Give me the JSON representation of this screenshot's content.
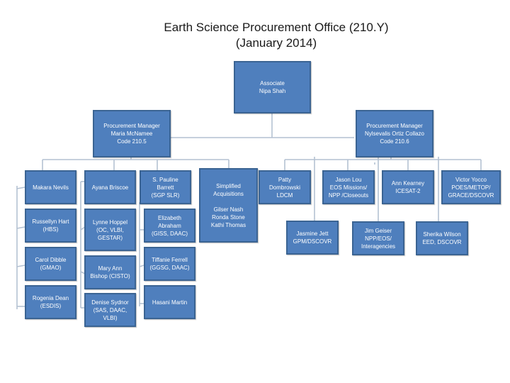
{
  "title": {
    "line1": "Earth Science Procurement Office (210.Y)",
    "line2": "(January 2014)"
  },
  "colors": {
    "box_fill": "#4f7fbd",
    "box_border": "#3b6493",
    "connector": "#b4c1d2",
    "text": "#ffffff"
  },
  "associate": {
    "role": "Associate",
    "name": "Nipa Shah"
  },
  "managers": [
    {
      "role": "Procurement Manager",
      "name": "Maria McNamee",
      "code": "Code 210.5"
    },
    {
      "role": "Procurement  Manager",
      "name": "Nylsevalis Ortiz Collazo",
      "code": "Code 210.6"
    }
  ],
  "team_210_5": {
    "column1": [
      {
        "lines": [
          "Makara Nevils"
        ]
      },
      {
        "lines": [
          "Russellyn Hart",
          "(HBS)"
        ]
      },
      {
        "lines": [
          "Carol Dibble",
          "(GMAO)"
        ]
      },
      {
        "lines": [
          "Rogenia Dean",
          "(ESDIS)"
        ]
      }
    ],
    "column2": [
      {
        "lines": [
          "Ayana Briscoe"
        ]
      },
      {
        "lines": [
          "Lynne Hoppel",
          "(OC, VLBI,",
          "GESTAR)"
        ]
      },
      {
        "lines": [
          "Mary Ann",
          "Bishop (CISTO)"
        ]
      },
      {
        "lines": [
          "Denise Sydnor",
          "(SAS, DAAC,",
          "VLBI)"
        ]
      }
    ],
    "column3": [
      {
        "lines": [
          "S. Pauline",
          "Barrett",
          "(SGP SLR)"
        ]
      },
      {
        "lines": [
          "Elizabeth",
          "Abraham",
          "(GISS, DAAC)"
        ]
      },
      {
        "lines": [
          "Tiffanie Ferrell",
          "(GGSG, DAAC)"
        ]
      },
      {
        "lines": [
          "Hasani Martin"
        ]
      }
    ],
    "simplified": {
      "heading": [
        "Simplified",
        "Acquisitions"
      ],
      "members": [
        "Gilser Nash",
        "Ronda Stone",
        "Kathi Thomas"
      ]
    }
  },
  "team_210_6": {
    "top": [
      {
        "lines": [
          "Patty",
          "Dombrowski",
          "LDCM"
        ]
      },
      {
        "lines": [
          "Jason Lou",
          "EOS Missions/",
          "NPP /Closeouts"
        ]
      },
      {
        "lines": [
          "Ann Kearney",
          "ICESAT-2"
        ]
      },
      {
        "lines": [
          "Victor Yocco",
          "POES/METOP/",
          "GRACE/DSCOVR"
        ]
      }
    ],
    "bottom": [
      {
        "lines": [
          "Jasmine Jett",
          "GPM/DSCOVR"
        ]
      },
      {
        "lines": [
          "Jim Geiser",
          "NPP/EOS/",
          "Interagencies"
        ]
      },
      {
        "lines": [
          "Sherika Wilson",
          "EED, DSCOVR"
        ]
      }
    ]
  }
}
